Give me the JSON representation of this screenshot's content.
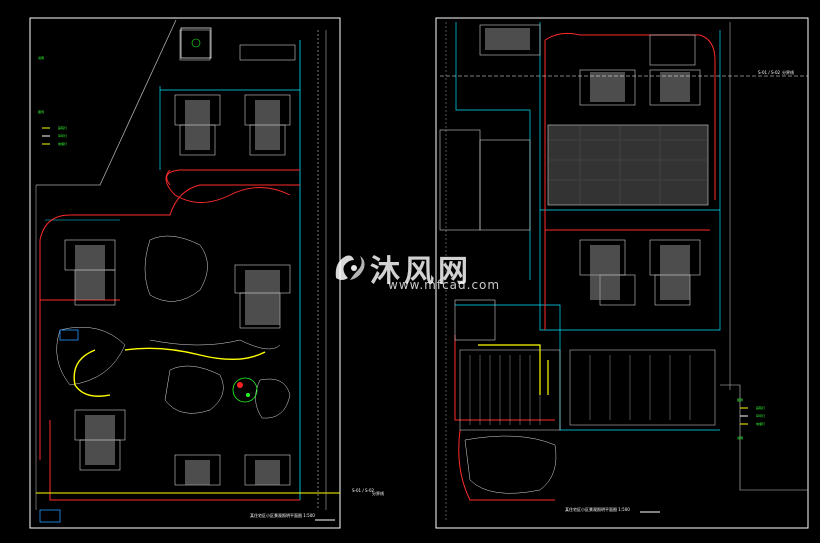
{
  "drawing": {
    "left_sheet_title": "某住宅区小区景观照明平面图 1:500",
    "right_sheet_title": "某住宅区小区景观照明平面图 1:500",
    "match_line_label": "S-01 / S-02",
    "match_line_tag": "分界线",
    "legend_heading": "图例",
    "legend_items": [
      "庭院灯",
      "草坪灯",
      "地埋灯"
    ],
    "notes_heading": "说明"
  },
  "watermark": {
    "text": "沐风网",
    "url": "www.mfcad.com"
  },
  "colors": {
    "background": "#000000",
    "frame": "#ffffff",
    "building": "#cccccc",
    "road": "#00e5ff",
    "lighting_circuit": "#ff2a2a",
    "path": "#ffff00",
    "notes": "#33ff33"
  }
}
